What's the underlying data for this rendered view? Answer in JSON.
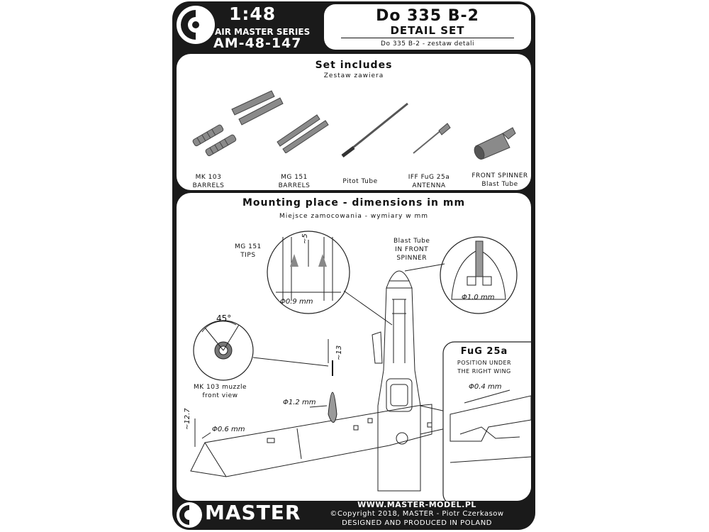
{
  "header": {
    "scale": "1:48",
    "series": "AIR MASTER SERIES",
    "code": "AM-48-147",
    "title": "Do 335 B-2",
    "subtitle": "DETAIL SET",
    "subtitle_pl": "Do 335 B-2 - zestaw detali"
  },
  "set_includes": {
    "title": "Set includes",
    "subtitle": "Zestaw zawiera",
    "items": [
      {
        "line1": "MK 103",
        "line2": "BARRELS",
        "icon": "mk103-barrels-icon"
      },
      {
        "line1": "MG 151",
        "line2": "BARRELS",
        "icon": "mg151-barrels-icon"
      },
      {
        "line1": "Pitot Tube",
        "line2": "",
        "icon": "pitot-tube-icon"
      },
      {
        "line1": "IFF FuG 25a",
        "line2": "ANTENNA",
        "icon": "iff-antenna-icon"
      },
      {
        "line1": "FRONT SPINNER",
        "line2": "Blast Tube",
        "icon": "blast-tube-icon"
      }
    ]
  },
  "mounting": {
    "title": "Mounting place - dimensions in mm",
    "subtitle": "Miejsce zamocowania - wymiary w mm",
    "mg151_tips": {
      "line1": "MG 151",
      "line2": "TIPS",
      "dim": "Φ0.9 mm",
      "len": "~5"
    },
    "blast_tube": {
      "line1": "Blast Tube",
      "line2": "IN FRONT",
      "line3": "SPINNER",
      "dim": "Φ1.0 mm"
    },
    "mk103_muzzle": {
      "line1": "MK 103 muzzle",
      "line2": "front view",
      "angle": "45°"
    },
    "pitot": {
      "dim": "Φ1.2 mm",
      "len": "~13"
    },
    "wing_tip": {
      "dim": "Φ0.6 mm",
      "len": "~12.7"
    },
    "fug25a": {
      "title": "FuG 25a",
      "line1": "POSITION UNDER",
      "line2": "THE RIGHT WING",
      "dim": "Φ0.4 mm"
    }
  },
  "footer": {
    "brand": "MASTER",
    "url": "WWW.MASTER-MODEL.PL",
    "copyright": "©Copyright 2018, MASTER - Piotr Czerkasow",
    "made": "DESIGNED AND PRODUCED IN POLAND"
  },
  "colors": {
    "frame": "#1a1a1a",
    "panel": "#ffffff",
    "part": "#8a8a8a"
  }
}
